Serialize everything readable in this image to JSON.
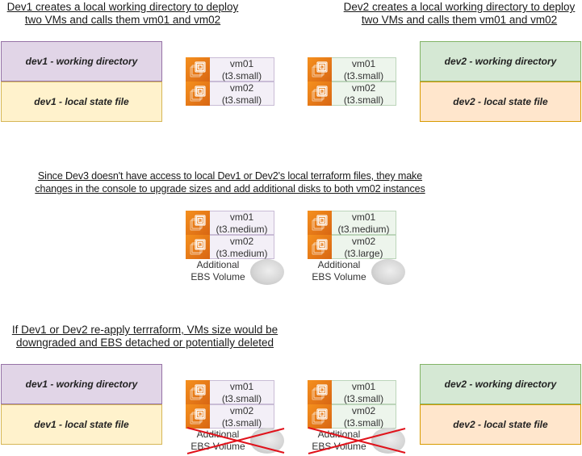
{
  "sections": {
    "dev1_caption": [
      "Dev1 creates a local working directory to deploy",
      "two VMs and calls them vm01 and vm02"
    ],
    "dev2_caption": [
      "Dev2 creates a local working directory to deploy",
      "two VMs and calls them vm01 and vm02"
    ],
    "dev3_caption": [
      "Since Dev3 doesn't have access to local Dev1 or Dev2's local terraform files, they make",
      "changes in the console to upgrade sizes and add additional disks to both vm02 instances"
    ],
    "reapply_caption": [
      "If Dev1 or Dev2 re-apply terrraform, VMs size would be",
      "downgraded and EBS detached or potentially deleted"
    ]
  },
  "dev1": {
    "working_directory": "dev1 - working directory",
    "state_file": "dev1 - local state file"
  },
  "dev2": {
    "working_directory": "dev2 - working directory",
    "state_file": "dev2 - local state file"
  },
  "stage1": {
    "dev1_vms": [
      {
        "name": "vm01",
        "size": "(t3.small)"
      },
      {
        "name": "vm02",
        "size": "(t3.small)"
      }
    ],
    "dev2_vms": [
      {
        "name": "vm01",
        "size": "(t3.small)"
      },
      {
        "name": "vm02",
        "size": "(t3.small)"
      }
    ]
  },
  "stage2": {
    "dev1_vms": [
      {
        "name": "vm01",
        "size": "(t3.medium)"
      },
      {
        "name": "vm02",
        "size": "(t3.medium)"
      }
    ],
    "dev2_vms": [
      {
        "name": "vm01",
        "size": "(t3.medium)"
      },
      {
        "name": "vm02",
        "size": "(t3.large)"
      }
    ],
    "ebs": [
      "Additional",
      "EBS Volume"
    ]
  },
  "stage3": {
    "dev1_vms": [
      {
        "name": "vm01",
        "size": "(t3.small)"
      },
      {
        "name": "vm02",
        "size": "(t3.small)"
      }
    ],
    "dev2_vms": [
      {
        "name": "vm01",
        "size": "(t3.small)"
      },
      {
        "name": "vm02",
        "size": "(t3.small)"
      }
    ],
    "ebs": [
      "Additional",
      "EBS Volume"
    ],
    "ebs_removed": true
  },
  "icons": {
    "vm": "ec2-instance-icon",
    "disk": "ebs-volume-icon",
    "strike": "red-cross-icon"
  },
  "colors": {
    "ec2_orange": "#d86613",
    "strike_red": "#e0121b",
    "dev1_dir": "#e1d5e7",
    "dev1_state": "#fff2cc",
    "dev2_dir": "#d5e8d4",
    "dev2_state": "#ffe6cc"
  }
}
